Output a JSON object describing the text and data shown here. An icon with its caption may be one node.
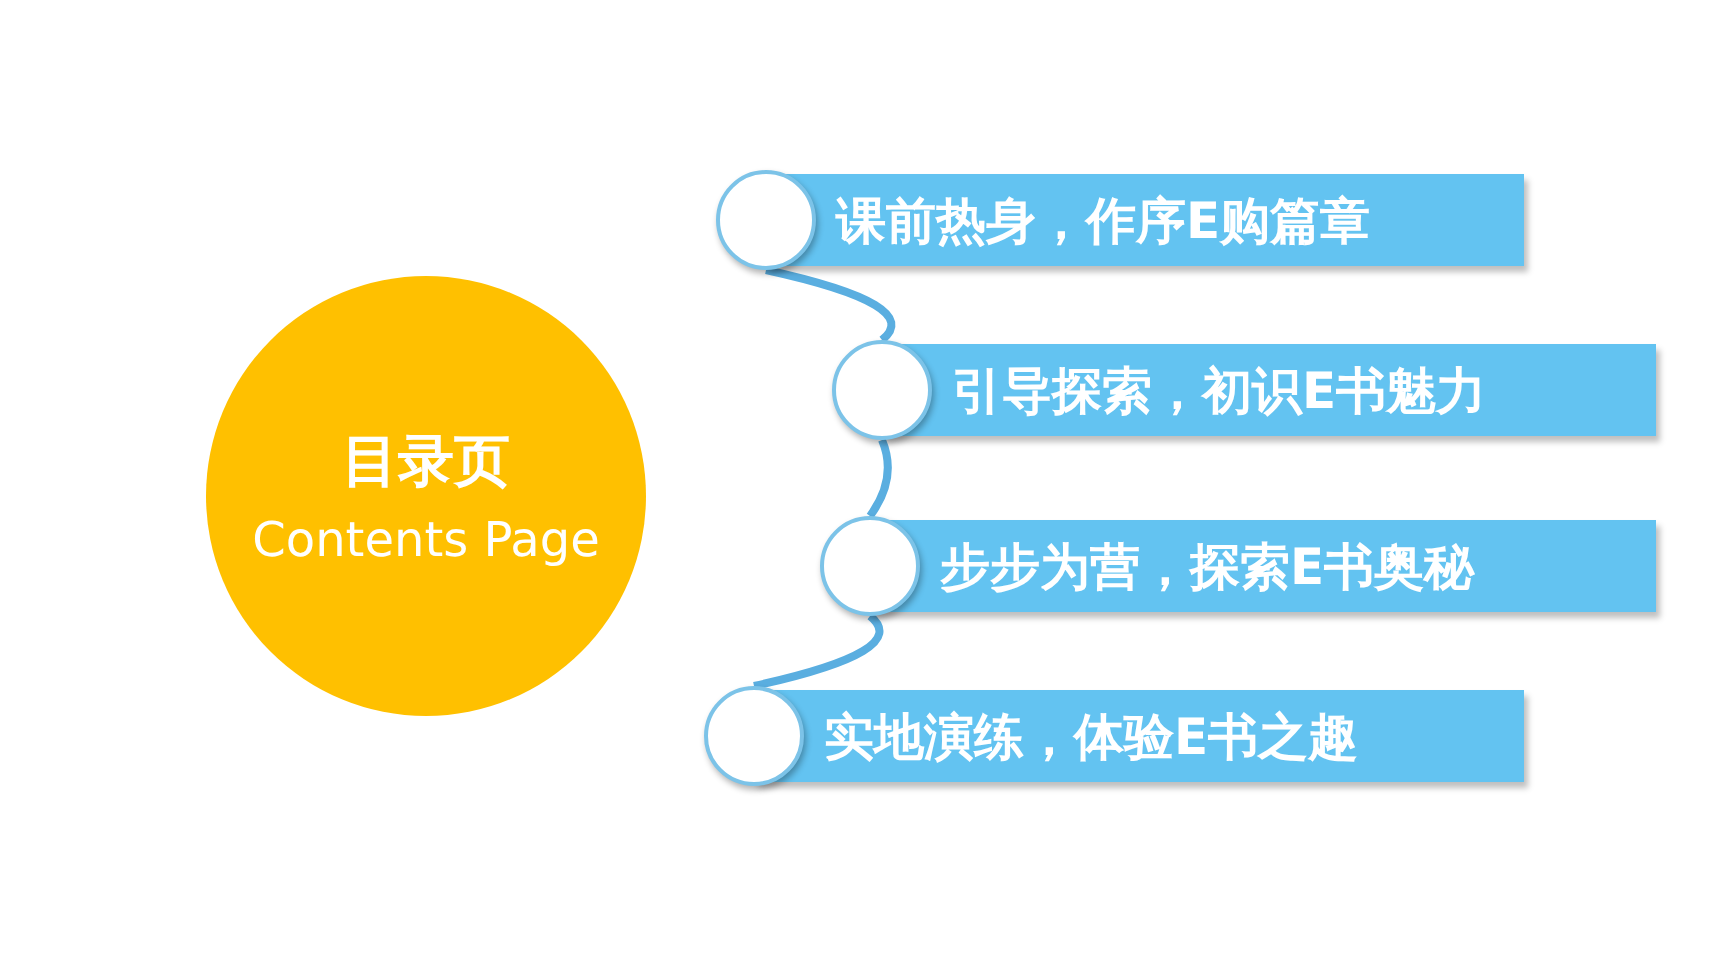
{
  "diagram": {
    "nodes": [
      {
        "text": [
          "目录页",
          "Contents Page"
        ]
      },
      {
        "text": [
          "课前热身，作序E购篇章"
        ]
      },
      {
        "text": [
          "引导探索，初识E书魅力"
        ]
      },
      {
        "text": [
          "步步为营，探索E书奥秘"
        ]
      },
      {
        "text": [
          "实地演练，体验E书之趣"
        ]
      }
    ],
    "edges": [
      {
        "from": 1,
        "to": 2,
        "arrow": "none"
      },
      {
        "from": 2,
        "to": 3,
        "arrow": "none"
      },
      {
        "from": 3,
        "to": 4,
        "arrow": "none"
      }
    ]
  }
}
